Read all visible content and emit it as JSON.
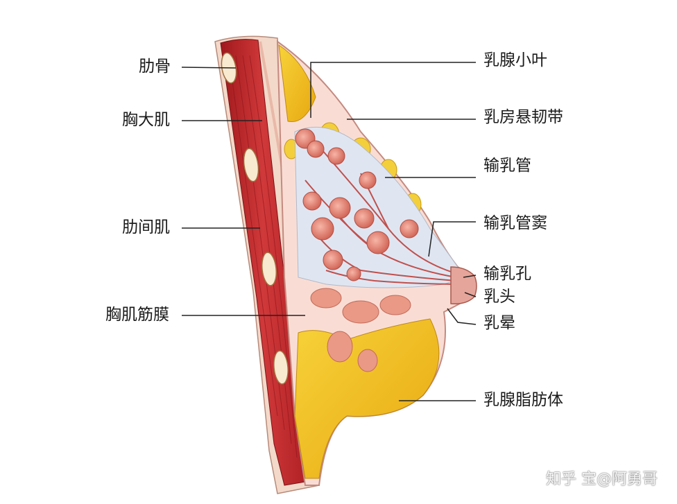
{
  "labels_left": [
    {
      "id": "rib",
      "text": "肋骨"
    },
    {
      "id": "pectoralis-major",
      "text": "胸大肌"
    },
    {
      "id": "intercostal-muscle",
      "text": "肋间肌"
    },
    {
      "id": "pectoral-fascia",
      "text": "胸肌筋膜"
    }
  ],
  "labels_right": [
    {
      "id": "lobule",
      "text": "乳腺小叶"
    },
    {
      "id": "suspensory-ligament",
      "text": "乳房悬韧带"
    },
    {
      "id": "lactiferous-duct",
      "text": "输乳管"
    },
    {
      "id": "lactiferous-sinus",
      "text": "输乳管窦"
    },
    {
      "id": "duct-opening",
      "text": "输乳孔"
    },
    {
      "id": "nipple",
      "text": "乳头"
    },
    {
      "id": "areola",
      "text": "乳晕"
    },
    {
      "id": "fat-tissue",
      "text": "乳腺脂肪体"
    }
  ],
  "watermark": "知乎 宝@阿勇哥",
  "colors": {
    "muscle": "#c8282c",
    "fat": "#f2c21a",
    "gland": "#e98a7a",
    "skin": "#f6c9c0",
    "duct": "#c0504d",
    "leader_line": "#222222"
  }
}
